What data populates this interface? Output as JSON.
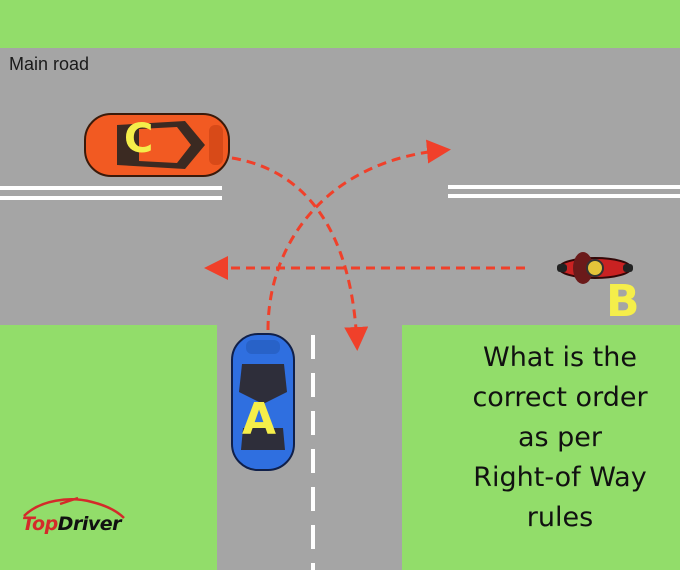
{
  "road_label": "Main road",
  "vehicles": {
    "a": {
      "letter": "A",
      "color": "#2f6fe0"
    },
    "b": {
      "letter": "B",
      "color": "#c92222"
    },
    "c": {
      "letter": "C",
      "color": "#f25a22"
    }
  },
  "question_lines": [
    "What is the",
    "correct order",
    "as per",
    "Right-of Way",
    "rules"
  ],
  "logo": {
    "part1": "Top",
    "part2": "Driver"
  },
  "colors": {
    "grass": "#92dd6a",
    "road": "#a5a5a5",
    "arrow": "#f0402a",
    "letter": "#f5ee4a"
  }
}
